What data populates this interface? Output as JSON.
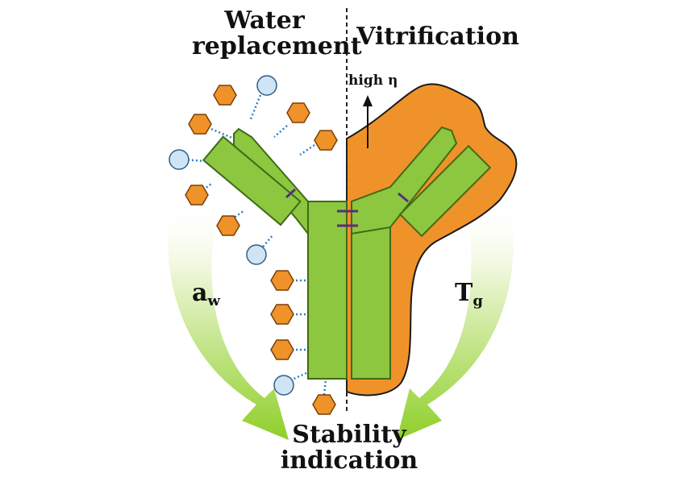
{
  "labels": {
    "left_title": "Water replacement",
    "right_title": "Vitrification",
    "bottom": "Stability indication",
    "aw_base": "a",
    "aw_sub": "w",
    "tg_base": "T",
    "tg_sub": "g",
    "viscosity": "high η"
  },
  "colors": {
    "antibody_fill": "#8dc63f",
    "antibody_stroke": "#3f6b14",
    "sugar_fill": "#f0922a",
    "sugar_stroke": "#7a3f05",
    "water_fill": "#cfe4f5",
    "water_stroke": "#2f5f8a",
    "glass_fill": "#f0922a",
    "disulfide": "#5b2c82",
    "arrow_green": "#8fcf2a"
  }
}
